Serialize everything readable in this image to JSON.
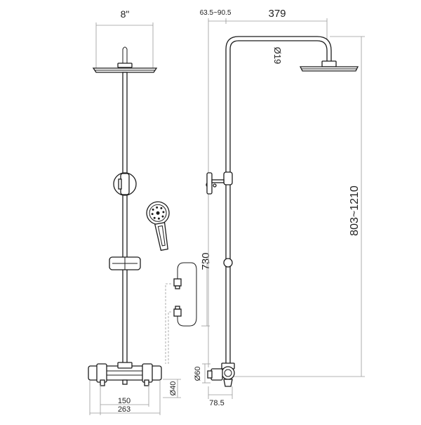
{
  "dimensions": {
    "head_diameter": "8\"",
    "arm_offset_range": "63.5~90.5",
    "arm_length": "379",
    "pipe_diameter": "Ø19",
    "height_range": "803~1210",
    "hose_length": "730",
    "outlet_diameter": "Ø60",
    "inlet_diameter": "Ø40",
    "valve_depth": "78.5",
    "inlet_spacing": "150",
    "valve_width": "263"
  },
  "colors": {
    "stroke": "#1c1c1c",
    "dimension": "#9a9a9a"
  }
}
